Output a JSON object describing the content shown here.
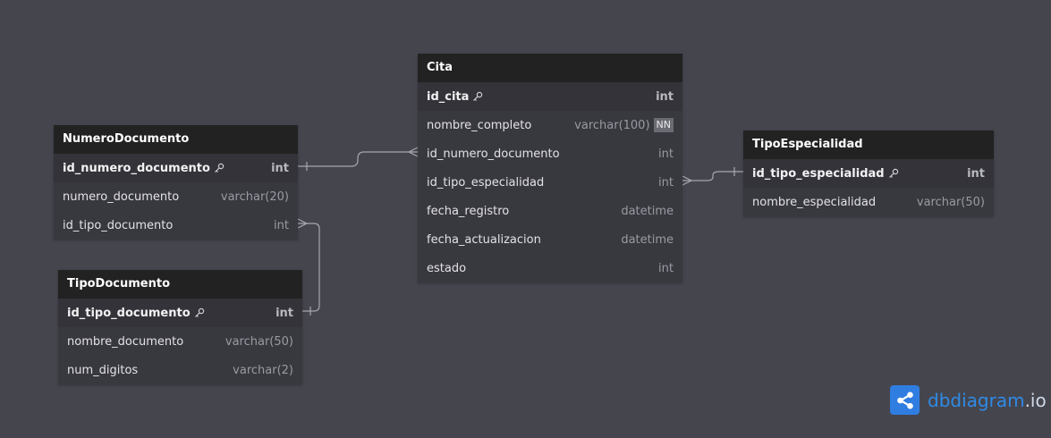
{
  "diagram": {
    "tables": [
      {
        "name": "Cita",
        "fields": [
          {
            "name": "id_cita",
            "type": "int",
            "pk": true
          },
          {
            "name": "nombre_completo",
            "type": "varchar(100)",
            "badge": "NN"
          },
          {
            "name": "id_numero_documento",
            "type": "int"
          },
          {
            "name": "id_tipo_especialidad",
            "type": "int"
          },
          {
            "name": "fecha_registro",
            "type": "datetime"
          },
          {
            "name": "fecha_actualizacion",
            "type": "datetime"
          },
          {
            "name": "estado",
            "type": "int"
          }
        ]
      },
      {
        "name": "NumeroDocumento",
        "fields": [
          {
            "name": "id_numero_documento",
            "type": "int",
            "pk": true
          },
          {
            "name": "numero_documento",
            "type": "varchar(20)"
          },
          {
            "name": "id_tipo_documento",
            "type": "int"
          }
        ]
      },
      {
        "name": "TipoDocumento",
        "fields": [
          {
            "name": "id_tipo_documento",
            "type": "int",
            "pk": true
          },
          {
            "name": "nombre_documento",
            "type": "varchar(50)"
          },
          {
            "name": "num_digitos",
            "type": "varchar(2)"
          }
        ]
      },
      {
        "name": "TipoEspecialidad",
        "fields": [
          {
            "name": "id_tipo_especialidad",
            "type": "int",
            "pk": true
          },
          {
            "name": "nombre_especialidad",
            "type": "varchar(50)"
          }
        ]
      }
    ]
  },
  "brand": {
    "name": "dbdiagram",
    "suffix": ".io"
  },
  "colors": {
    "canvas": "#45454e",
    "table_header": "#222222",
    "table_body": "#38383f",
    "connector": "#a8a8b0",
    "brand": "#2f7de1"
  }
}
